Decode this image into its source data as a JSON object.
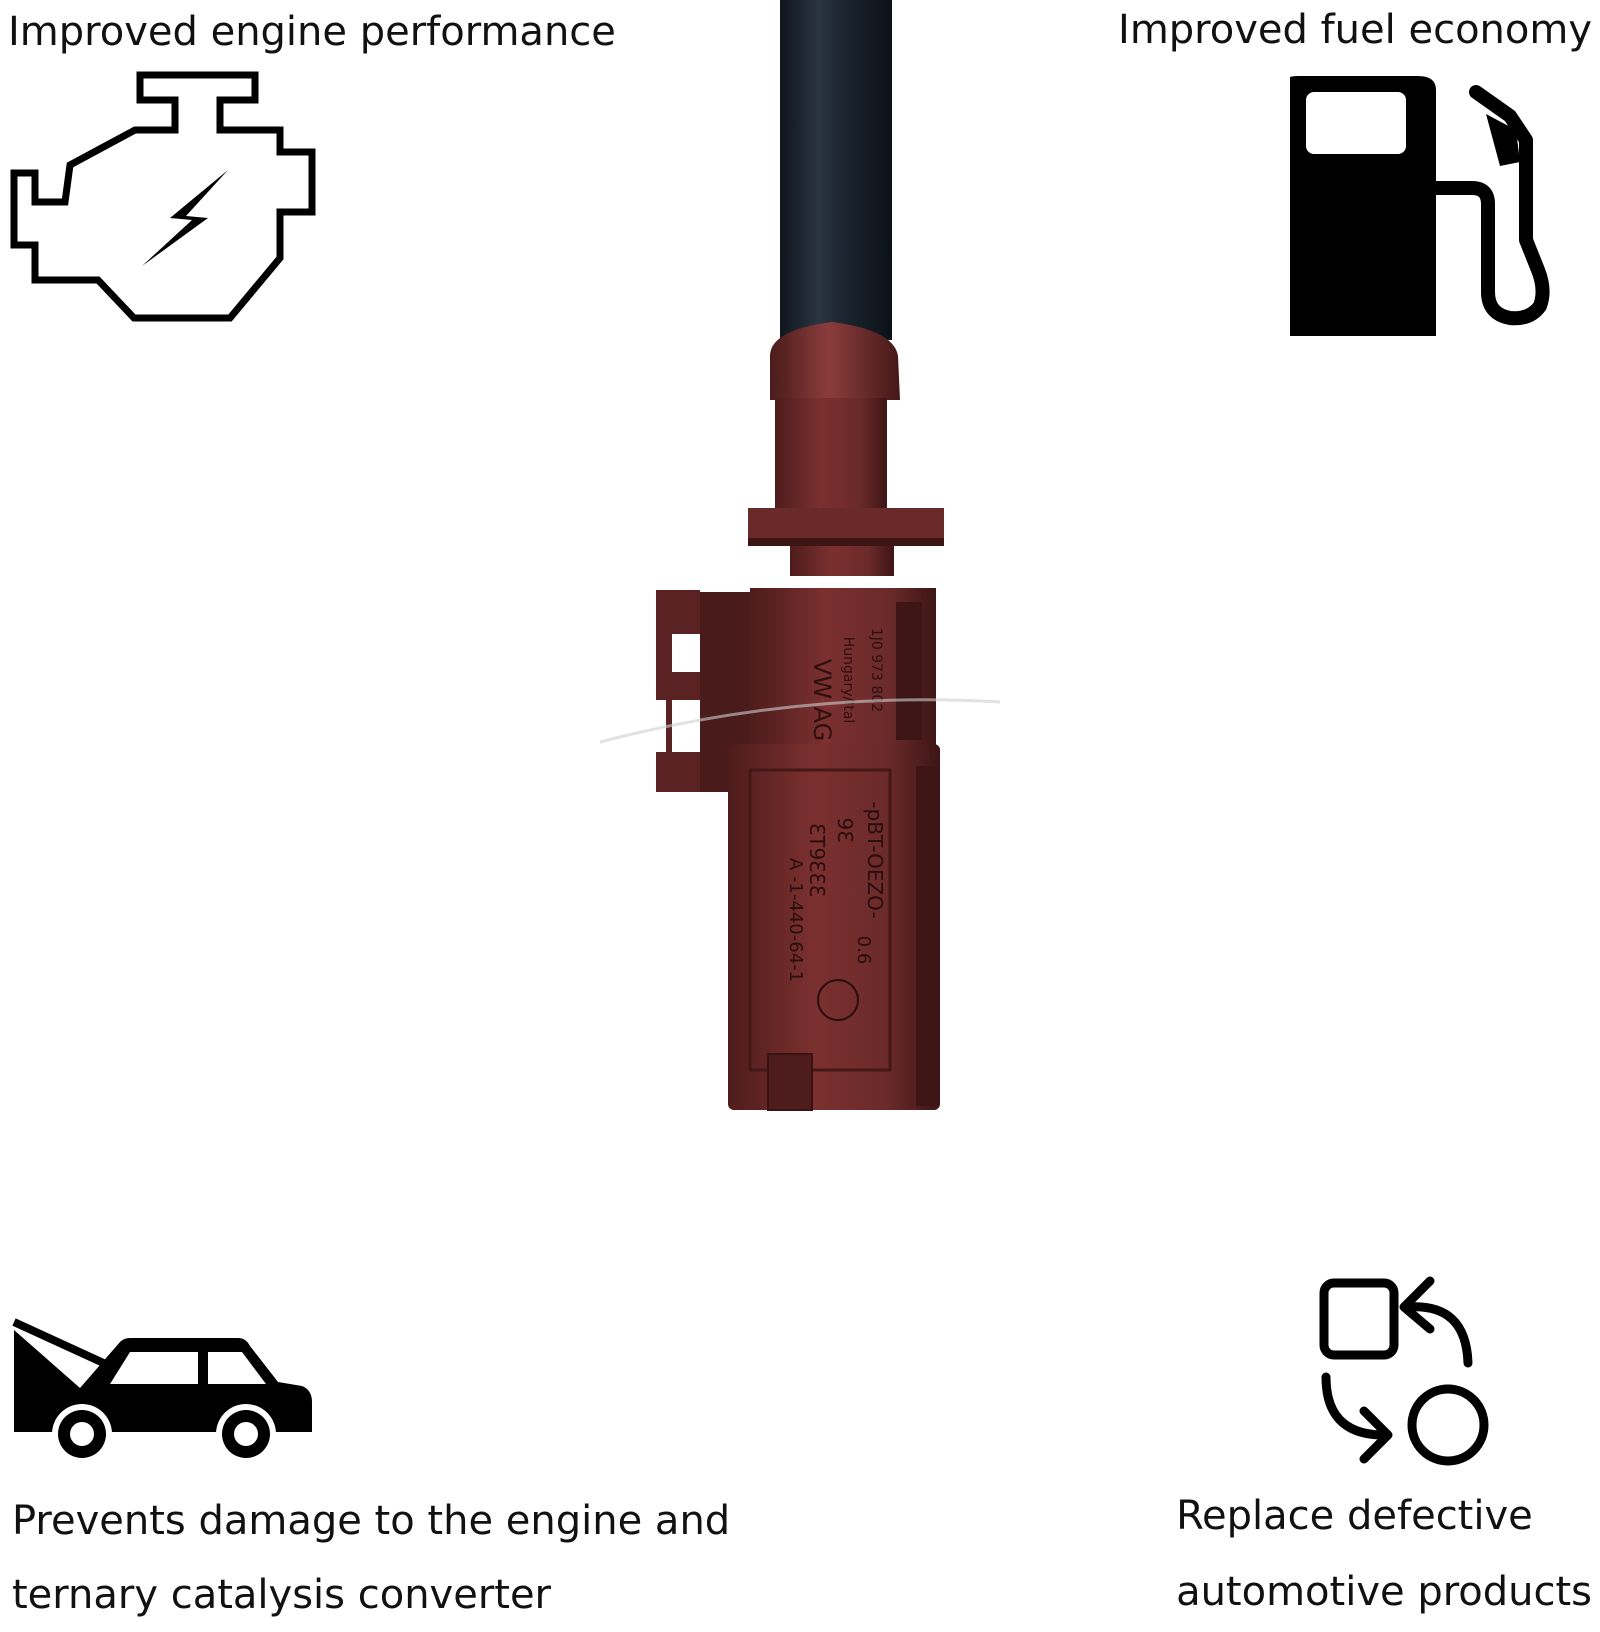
{
  "features": {
    "engine_performance": "Improved engine performance",
    "fuel_economy": "Improved fuel economy",
    "prevents_damage_line1": "Prevents damage to the engine and",
    "prevents_damage_line2": "ternary catalysis converter",
    "replace_line1": "Replace defective",
    "replace_line2": "automotive products"
  },
  "icons": {
    "top_left": "engine-icon",
    "top_right": "fuel-pump-icon",
    "bottom_left": "car-hood-open-icon",
    "bottom_right": "replace-cycle-icon"
  },
  "connector": {
    "markings": {
      "brand": "VW AG",
      "line_a": "-pBT-OEZO-",
      "line_b": "9Ɛ",
      "line_c": "ƐT9ƐƐƐ",
      "line_d": "A -1-440-64-1",
      "side": "Hungary/Ital",
      "part": "1J0 973 802",
      "num": "0.6"
    }
  },
  "colors": {
    "connector_body": "#6b2a2a",
    "connector_shadow": "#4e1c1c",
    "connector_highlight": "#8a3d3b",
    "cable": "#1d2733",
    "icon": "#000000",
    "text": "#111111",
    "background": "#ffffff"
  }
}
